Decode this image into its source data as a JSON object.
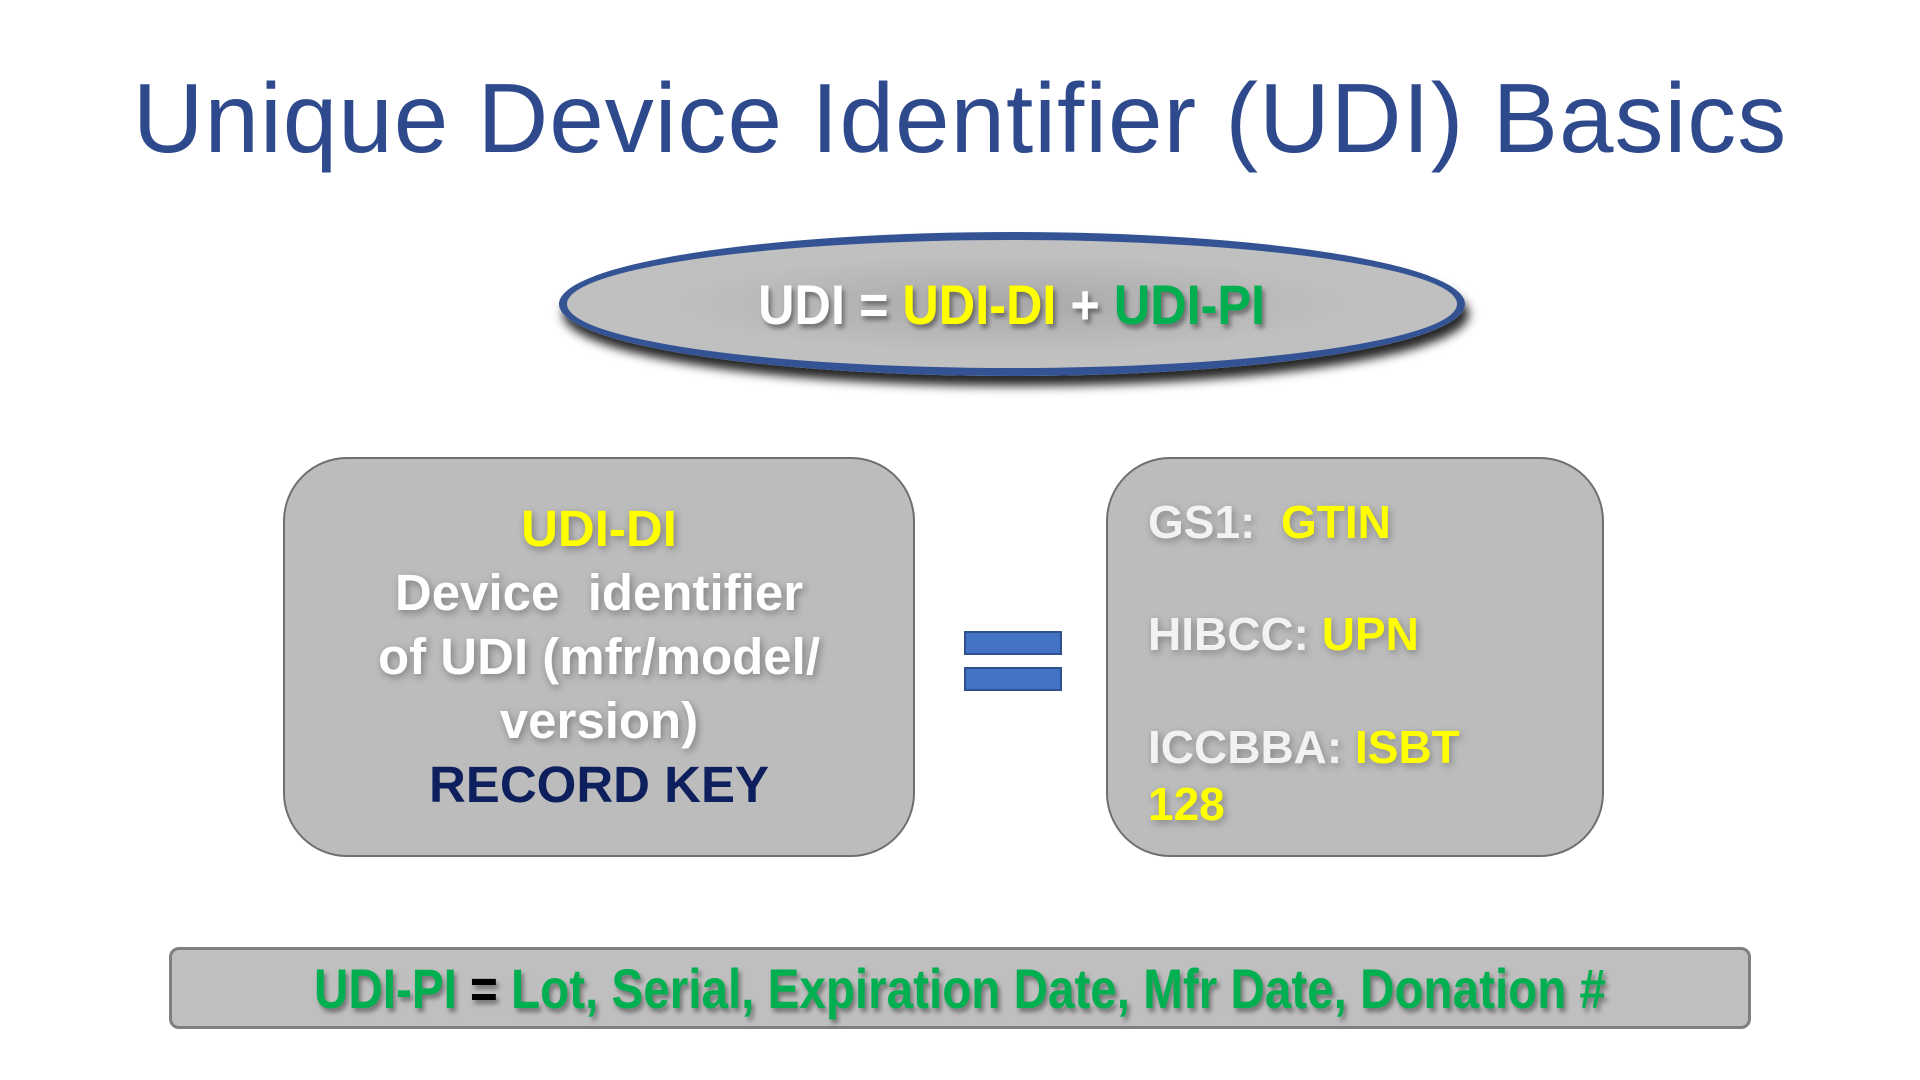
{
  "title": "Unique Device Identifier (UDI) Basics",
  "equation": {
    "udi": "UDI",
    "equals": " = ",
    "udi_di": "UDI-DI",
    "plus": " + ",
    "udi_pi": "UDI-PI"
  },
  "left_box": {
    "heading": "UDI-DI",
    "line1": "Device  identifier",
    "line2": "of UDI (mfr/model/",
    "line3": "version)",
    "record_key": "RECORD KEY"
  },
  "right_box": {
    "items": [
      {
        "agency": "GS1:  ",
        "code": "GTIN"
      },
      {
        "agency": "HIBCC: ",
        "code": "UPN"
      },
      {
        "agency": "ICCBBA: ",
        "code": "ISBT",
        "code2": "128"
      }
    ]
  },
  "bottom": {
    "label": "UDI-PI",
    "equals": " = ",
    "items": "Lot, Serial, Expiration Date, Mfr Date, Donation #"
  },
  "colors": {
    "title": "#2E4A8C",
    "yellow": "#FFFF00",
    "green": "#00B050",
    "navy": "#0D1F5C",
    "equals_bar": "#4472C4"
  }
}
